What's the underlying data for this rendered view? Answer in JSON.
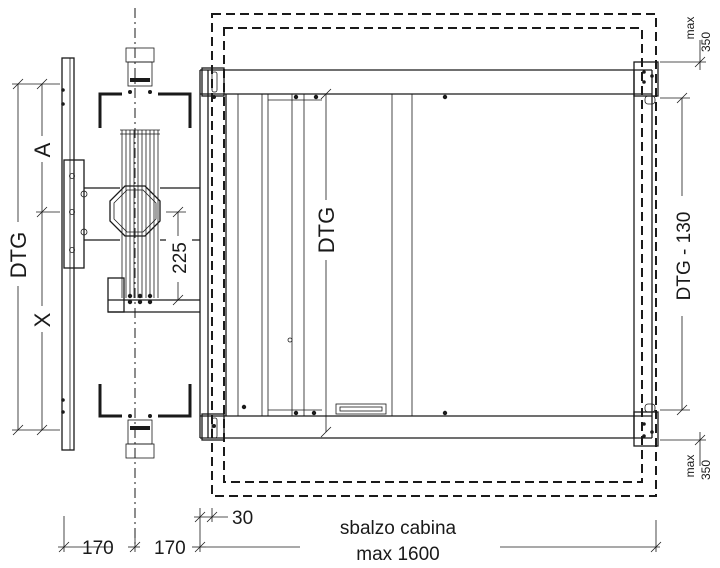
{
  "labels": {
    "a": "A",
    "x": "X",
    "dtg_left": "DTG",
    "dtg_center": "DTG",
    "dtg_130": "DTG - 130",
    "d225": "225",
    "max_top": "max",
    "v350_top": "350",
    "max_bottom": "max",
    "v350_bottom": "350",
    "d170_left": "170",
    "d170_right": "170",
    "d30": "30",
    "sbalzo_line1": "sbalzo cabina",
    "sbalzo_line2": "max 1600"
  },
  "colors": {
    "line": "#1a1a1a",
    "background": "#ffffff"
  }
}
